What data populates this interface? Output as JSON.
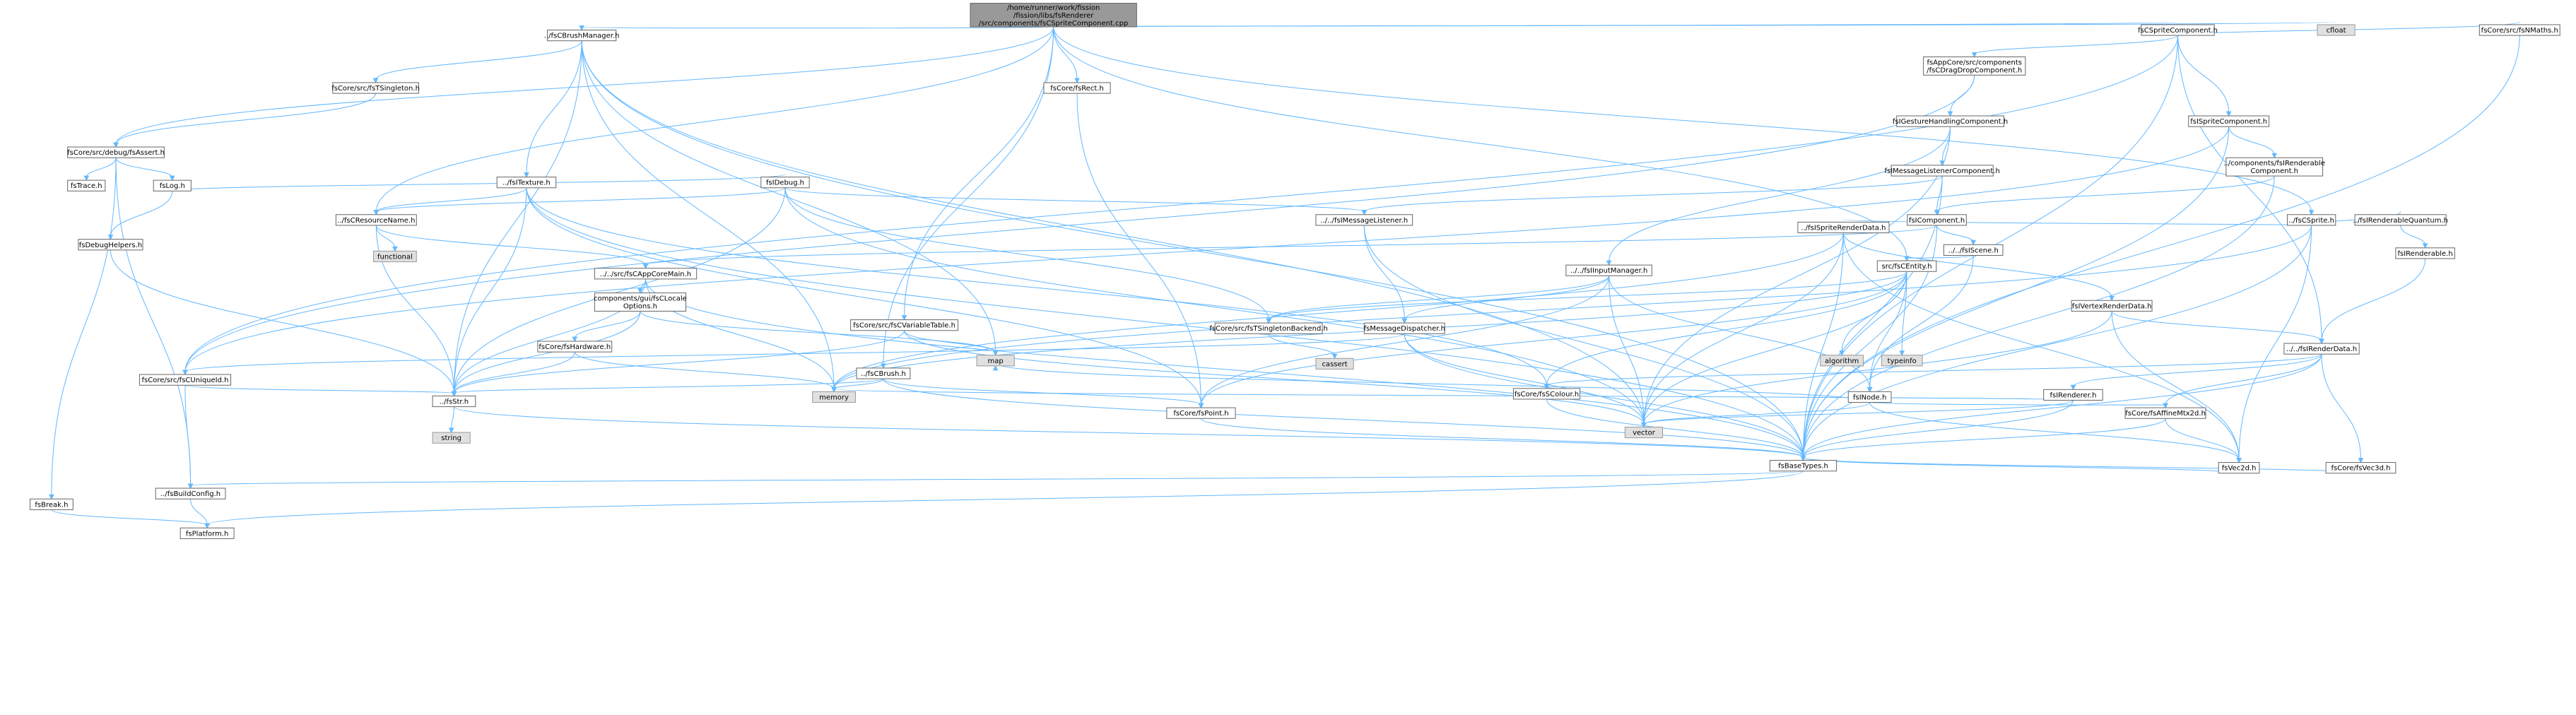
{
  "graph": {
    "root": {
      "lines": [
        "/home/runner/work/fission",
        "/fission/libs/fsRenderer",
        "/src/components/fsCSpriteComponent.cpp"
      ]
    },
    "nodes": [
      {
        "id": "brushmgr",
        "lines": [
          "../fsCBrushManager.h"
        ]
      },
      {
        "id": "singleton",
        "lines": [
          "fsCore/src/fsTSingleton.h"
        ]
      },
      {
        "id": "assert",
        "lines": [
          "fsCore/src/debug/fsAssert.h"
        ]
      },
      {
        "id": "trace",
        "lines": [
          "fsTrace.h"
        ]
      },
      {
        "id": "log",
        "lines": [
          "fsLog.h"
        ]
      },
      {
        "id": "break",
        "lines": [
          "fsBreak.h"
        ]
      },
      {
        "id": "debughelpers",
        "lines": [
          "fsDebugHelpers.h"
        ]
      },
      {
        "id": "debug",
        "lines": [
          "fsIDebug.h"
        ]
      },
      {
        "id": "itexture",
        "lines": [
          "../fsITexture.h"
        ]
      },
      {
        "id": "resname",
        "lines": [
          "../fsCResourceName.h"
        ]
      },
      {
        "id": "functional",
        "lines": [
          "functional"
        ],
        "ext": true
      },
      {
        "id": "appcoremain",
        "lines": [
          "../../src/fsCAppCoreMain.h"
        ]
      },
      {
        "id": "locale",
        "lines": [
          "components/gui/fsCLocale",
          "Options.h"
        ]
      },
      {
        "id": "hardware",
        "lines": [
          "fsCore/fsHardware.h"
        ]
      },
      {
        "id": "uniqueid",
        "lines": [
          "fsCore/src/fsCUniqueId.h"
        ]
      },
      {
        "id": "str",
        "lines": [
          "../fsStr.h"
        ]
      },
      {
        "id": "string",
        "lines": [
          "string"
        ],
        "ext": true
      },
      {
        "id": "buildconfig",
        "lines": [
          "../fsBuildConfig.h"
        ]
      },
      {
        "id": "platform",
        "lines": [
          "fsPlatform.h"
        ]
      },
      {
        "id": "rect",
        "lines": [
          "fsCore/fsRect.h"
        ]
      },
      {
        "id": "cvartable",
        "lines": [
          "fsCore/src/fsCVariableTable.h"
        ]
      },
      {
        "id": "cbrush",
        "lines": [
          "../fsCBrush.h"
        ]
      },
      {
        "id": "map",
        "lines": [
          "map"
        ],
        "ext": true
      },
      {
        "id": "memory",
        "lines": [
          "memory"
        ],
        "ext": true
      },
      {
        "id": "point",
        "lines": [
          "fsCore/fsPoint.h"
        ]
      },
      {
        "id": "basetypes",
        "lines": [
          "fsBaseTypes.h"
        ]
      },
      {
        "id": "imsglistener",
        "lines": [
          "../../fsIMessageListener.h"
        ]
      },
      {
        "id": "msgdispatcher",
        "lines": [
          "fsMessageDispatcher.h"
        ]
      },
      {
        "id": "tsingletonbackend",
        "lines": [
          "fsCore/src/fsTSingletonBackend.h"
        ]
      },
      {
        "id": "cassert",
        "lines": [
          "cassert"
        ],
        "ext": true
      },
      {
        "id": "inputmgr",
        "lines": [
          "../../fsIInputManager.h"
        ]
      },
      {
        "id": "scolour",
        "lines": [
          "fsCore/fsSColour.h"
        ]
      },
      {
        "id": "vector",
        "lines": [
          "vector"
        ],
        "ext": true
      },
      {
        "id": "spritecomp",
        "lines": [
          "fsCSpriteComponent.h"
        ]
      },
      {
        "id": "cfloat",
        "lines": [
          "cfloat"
        ],
        "ext": true
      },
      {
        "id": "dragdrop",
        "lines": [
          "fsAppCore/src/components",
          "/fsCDragDropComponent.h"
        ]
      },
      {
        "id": "gesture",
        "lines": [
          "fsIGestureHandlingComponent.h"
        ]
      },
      {
        "id": "msglistenercomp",
        "lines": [
          "fsIMessageListenerComponent.h"
        ]
      },
      {
        "id": "icomponent",
        "lines": [
          "fsIComponent.h"
        ]
      },
      {
        "id": "ispritecomp",
        "lines": [
          "fsISpriteComponent.h"
        ]
      },
      {
        "id": "irenderablecomp",
        "lines": [
          "../components/fsIRenderable",
          "Component.h"
        ]
      },
      {
        "id": "csprite",
        "lines": [
          "../fsCSprite.h"
        ]
      },
      {
        "id": "spriterenderdata",
        "lines": [
          "../fsISpriteRenderData.h"
        ]
      },
      {
        "id": "iscene",
        "lines": [
          "../../fsIScene.h"
        ]
      },
      {
        "id": "centity",
        "lines": [
          "src/fsCEntity.h"
        ]
      },
      {
        "id": "algorithm",
        "lines": [
          "algorithm"
        ],
        "ext": true
      },
      {
        "id": "typeinfo",
        "lines": [
          "typeinfo"
        ],
        "ext": true
      },
      {
        "id": "inode",
        "lines": [
          "fsINode.h"
        ]
      },
      {
        "id": "vertexrenderdata",
        "lines": [
          "fsIVertexRenderData.h"
        ]
      },
      {
        "id": "irenderdata",
        "lines": [
          "../../fsIRenderData.h"
        ]
      },
      {
        "id": "irenderer",
        "lines": [
          "fsIRenderer.h"
        ]
      },
      {
        "id": "affine",
        "lines": [
          "fsCore/fsAffineMtx2d.h"
        ]
      },
      {
        "id": "vec2d",
        "lines": [
          "fsVec2d.h"
        ]
      },
      {
        "id": "vec3d",
        "lines": [
          "fsCore/fsVec3d.h"
        ]
      },
      {
        "id": "renderablequantum",
        "lines": [
          "../fsIRenderableQuantum.h"
        ]
      },
      {
        "id": "irenderable",
        "lines": [
          "fsIRenderable.h"
        ]
      },
      {
        "id": "nmaths",
        "lines": [
          "fsCore/src/fsNMaths.h"
        ]
      }
    ]
  }
}
